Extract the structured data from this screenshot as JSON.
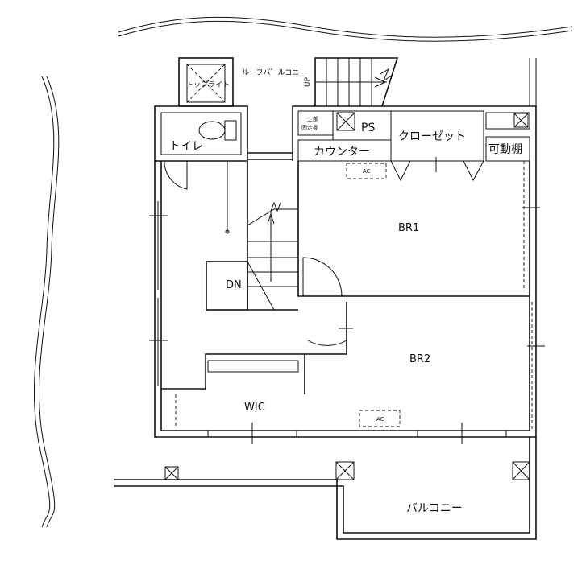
{
  "rooms": {
    "top_light": "トップライト",
    "toilet": "トイレ",
    "roof_balcony": "ルーフバ゛ルコニー",
    "up": "UP",
    "upper_fixed_shelf_1": "上部",
    "upper_fixed_shelf_2": "固定棚",
    "ps": "PS",
    "counter": "カウンター",
    "closet": "クローゼット",
    "movable_shelf": "可動棚",
    "ac_1": "AC",
    "br1": "BR1",
    "dn": "DN",
    "br2": "BR2",
    "wic": "WIC",
    "ac_2": "AC",
    "balcony": "バルコニー"
  },
  "colors": {
    "line": "#111111",
    "background": "#ffffff"
  }
}
